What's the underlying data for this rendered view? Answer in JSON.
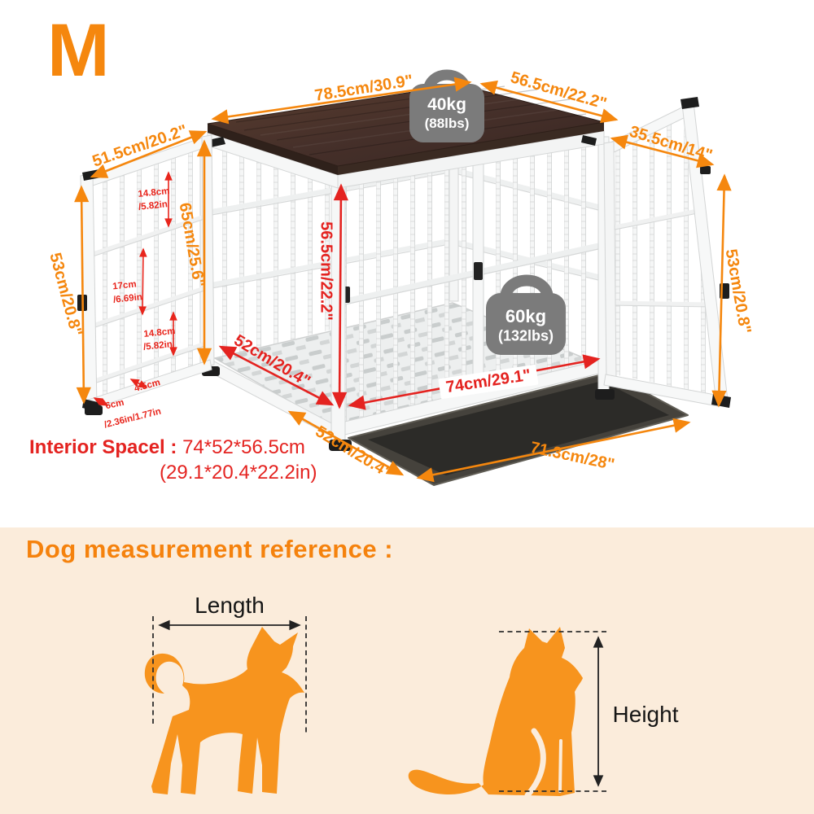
{
  "badge": "M",
  "weights": {
    "top": "40kg",
    "top_alt": "(88lbs)",
    "floor": "60kg",
    "floor_alt": "(132lbs)"
  },
  "dims": {
    "top_width": "78.5cm/30.9\"",
    "top_depth": "56.5cm/22.2\"",
    "left_door_width": "51.5cm/20.2\"",
    "left_door_height": "53cm/20.8\"",
    "right_door_width": "35.5cm/14\"",
    "right_door_height": "53cm/20.8\"",
    "frame_height": "65cm/25.6\"",
    "interior_height": "56.5cm/22.2\"",
    "interior_depth": "52cm/20.4\"",
    "interior_width": "74cm/29.1\"",
    "tray_depth": "52cm/20.4\"",
    "tray_width": "71.3cm/28\""
  },
  "gaps": {
    "top_cm": "14.8cm",
    "top_in": "/5.82in",
    "mid_cm": "17cm",
    "mid_in": "/6.69in",
    "low_cm": "14.8cm",
    "low_in": "/5.82in",
    "bottom_a": "4.5cm",
    "bottom_b": "6cm",
    "bottom_in": "/2.36in/1.77in"
  },
  "interior": {
    "label": "Interior Spacel :",
    "cm": "74*52*56.5cm",
    "inch": "(29.1*20.4*22.2in)"
  },
  "reference": {
    "title": "Dog measurement reference :",
    "length": "Length",
    "height": "Height"
  },
  "colors": {
    "orange": "#F5870E",
    "red": "#E42320",
    "peach": "#FBECDB",
    "dog_orange": "#F7941E",
    "kettlebell_gray": "#7B7B7B"
  }
}
